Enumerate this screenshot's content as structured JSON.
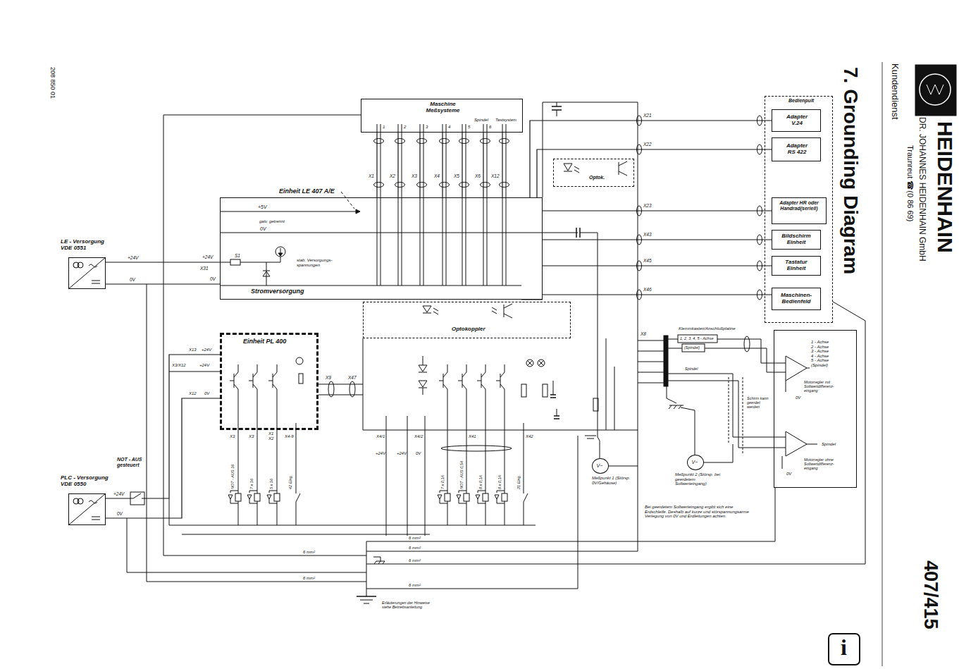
{
  "diagram": {
    "title": "7. Grounding Diagram",
    "nodes": [
      {
        "text": [
          "Maschine Meßsysteme",
          "Spindel",
          "Tastsystem"
        ]
      },
      {
        "text": [
          "Einheit LE 407 A/E",
          "+5V",
          "galv. getrennt",
          "0V",
          "stab. Versorgungs- spannungen",
          "Stromversorgung"
        ]
      },
      {
        "text": [
          "Optokoppler"
        ]
      },
      {
        "text": [
          "Einheit PL 400"
        ]
      },
      {
        "text": [
          "LE - Versorgung VDE 0551"
        ]
      },
      {
        "text": [
          "PLC - Versorgung VDE 0550"
        ]
      },
      {
        "text": [
          "Bedienpult"
        ]
      },
      {
        "text": [
          "Adapter V.24"
        ],
        "in": 6
      },
      {
        "text": [
          "Adapter RS 422"
        ],
        "in": 6
      },
      {
        "text": [
          "Adapter HR oder Handrad(seriell)"
        ],
        "in": 6
      },
      {
        "text": [
          "Bildschirm Einheit"
        ],
        "in": 6
      },
      {
        "text": [
          "Tastatur Einheit"
        ],
        "in": 6
      },
      {
        "text": [
          "Maschinen- Bedienfeld"
        ],
        "in": 6
      },
      {
        "text": [
          "Optok."
        ]
      },
      {
        "text": [
          "1 - Achse 2 - Achse 3 - Achse 4 - Achse 5 - Achse (Spindel)",
          "Motorregler mit Sollwertdifferenz- eingang",
          "0V",
          "Spindel",
          "Motorregler ohne Sollwertdifferenz- eingang",
          "0V"
        ]
      },
      {
        "text": [
          "V~"
        ]
      },
      {
        "text": [
          "V~"
        ]
      }
    ],
    "edges": [
      {
        "from": 4,
        "to": 1,
        "label": "+24V",
        "arrow": "none"
      },
      {
        "from": 4,
        "to": 1,
        "label": "0V",
        "arrow": "none"
      },
      {
        "from": 5,
        "to": 3,
        "label": "+24V",
        "arrow": "none"
      },
      {
        "from": 5,
        "to": 3,
        "label": "0V",
        "arrow": "none"
      },
      {
        "from": 0,
        "to": 1,
        "label": "X1",
        "arrow": "none"
      },
      {
        "from": 0,
        "to": 1,
        "label": "X2",
        "arrow": "none"
      },
      {
        "from": 0,
        "to": 1,
        "label": "X3",
        "arrow": "none"
      },
      {
        "from": 0,
        "to": 1,
        "label": "X4",
        "arrow": "none"
      },
      {
        "from": 0,
        "to": 1,
        "label": "X5",
        "arrow": "none"
      },
      {
        "from": 0,
        "to": 1,
        "label": "X6",
        "arrow": "none"
      },
      {
        "from": 0,
        "to": 1,
        "label": "X12",
        "arrow": "none"
      },
      {
        "from": 1,
        "to": 7,
        "label": "X21",
        "arrow": "none"
      },
      {
        "from": 1,
        "to": 8,
        "label": "X22",
        "arrow": "none"
      },
      {
        "from": 1,
        "to": 9,
        "label": "X23",
        "arrow": "none"
      },
      {
        "from": 1,
        "to": 10,
        "label": "X43",
        "arrow": "none"
      },
      {
        "from": 1,
        "to": 11,
        "label": "X45",
        "arrow": "none"
      },
      {
        "from": 1,
        "to": 12,
        "label": "X46",
        "arrow": "none"
      }
    ],
    "labels": [
      "HEIDENHAIN",
      "DR. JOHANNES HEIDENHAIN GmbH",
      "Traunreut ☎(0 86 69)",
      "Kundendienst",
      "407/415",
      "208 850 01",
      "i",
      "1",
      "2",
      "3",
      "4",
      "5",
      "6",
      "X31",
      "+24V",
      "0V",
      "S1",
      "X13",
      "+24V",
      "X3/X12",
      "+24V",
      "X12",
      "0V",
      "X9",
      "X47",
      "X3",
      "X3",
      "X1 X2",
      "X4-9",
      "X4/1",
      "X4/2",
      "X41",
      "X42",
      "+24V",
      "+24V",
      "0V",
      "NOT - AUS 16",
      "7 x 16",
      "5 x 16",
      "42 Eing.",
      "7 x 0,1A",
      "NOT - AUS 0,5A",
      "8 x 0,1A",
      "8 x 0,1A",
      "31 Eing.",
      "NOT - AUS gesteuert",
      "Meßpunkt 1 (Störsp. 0V/Gehäuse)",
      "Meßpunkt 2 (Störsp. bei geerdetem Sollwerteingang)",
      "Bei geerdetem Sollwerteingang ergibt sich eine Erdschleife. Deshalb auf kurze und störspannungsarme Verlegung von 0V und Erdleitungen achten.",
      "6 mm²",
      "6 mm²",
      "6 mm²",
      "6 mm²",
      "6 mm²",
      "6 mm²",
      "Erläuterungen der Hinweise siehe Betriebsanleitung",
      "Klemmkasten/Anschlußplatine",
      "1, 2, 3, 4, 5 - Achse",
      "(Spindel)",
      "Spindel",
      "Schirm kann geerdet werden",
      "X8"
    ]
  }
}
